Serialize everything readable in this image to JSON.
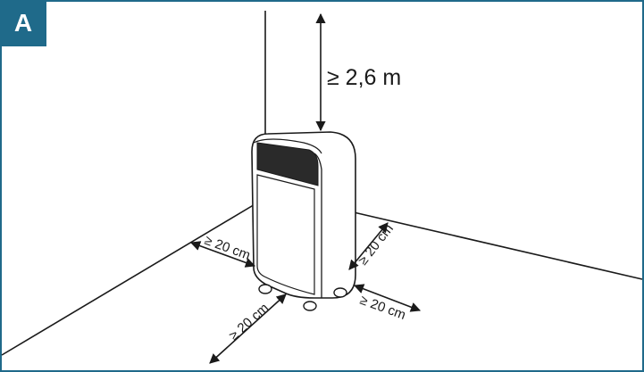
{
  "figure": {
    "label": "A",
    "colors": {
      "accent": "#1f6a8a",
      "line": "#1a1a1a"
    }
  },
  "dimensions": {
    "ceiling_clearance": "≥ 2,6 m",
    "left_wall_clearance": "≥ 20 cm",
    "back_wall_clearance": "≥ 20 cm",
    "front_clearance": "≥ 20 cm",
    "right_side_clearance": "≥ 20 cm"
  }
}
